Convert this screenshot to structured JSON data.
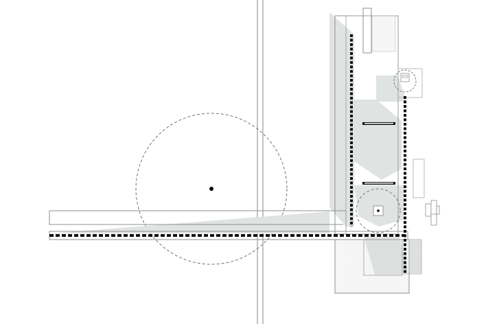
{
  "drawing": {
    "kind": "architectural site plan",
    "colors": {
      "background": "#ffffff",
      "line": "#8c8c8c",
      "thin_line": "#a8a8a8",
      "shadow_fill": "#dfe3e2",
      "wall_dash": "#111111",
      "dashed_circle": "#6f6f6f",
      "center_point": "#000000"
    },
    "elements": [
      "site-line-vertical-left",
      "site-line-vertical-right",
      "large-dashed-circle",
      "center-point",
      "small-dashed-circle",
      "top-right-dashed-circle",
      "horizontal-building-wing",
      "vertical-building-wing",
      "shadow-shapes",
      "dashed-wall-lines",
      "opening-marks",
      "side-elevation-block"
    ]
  }
}
